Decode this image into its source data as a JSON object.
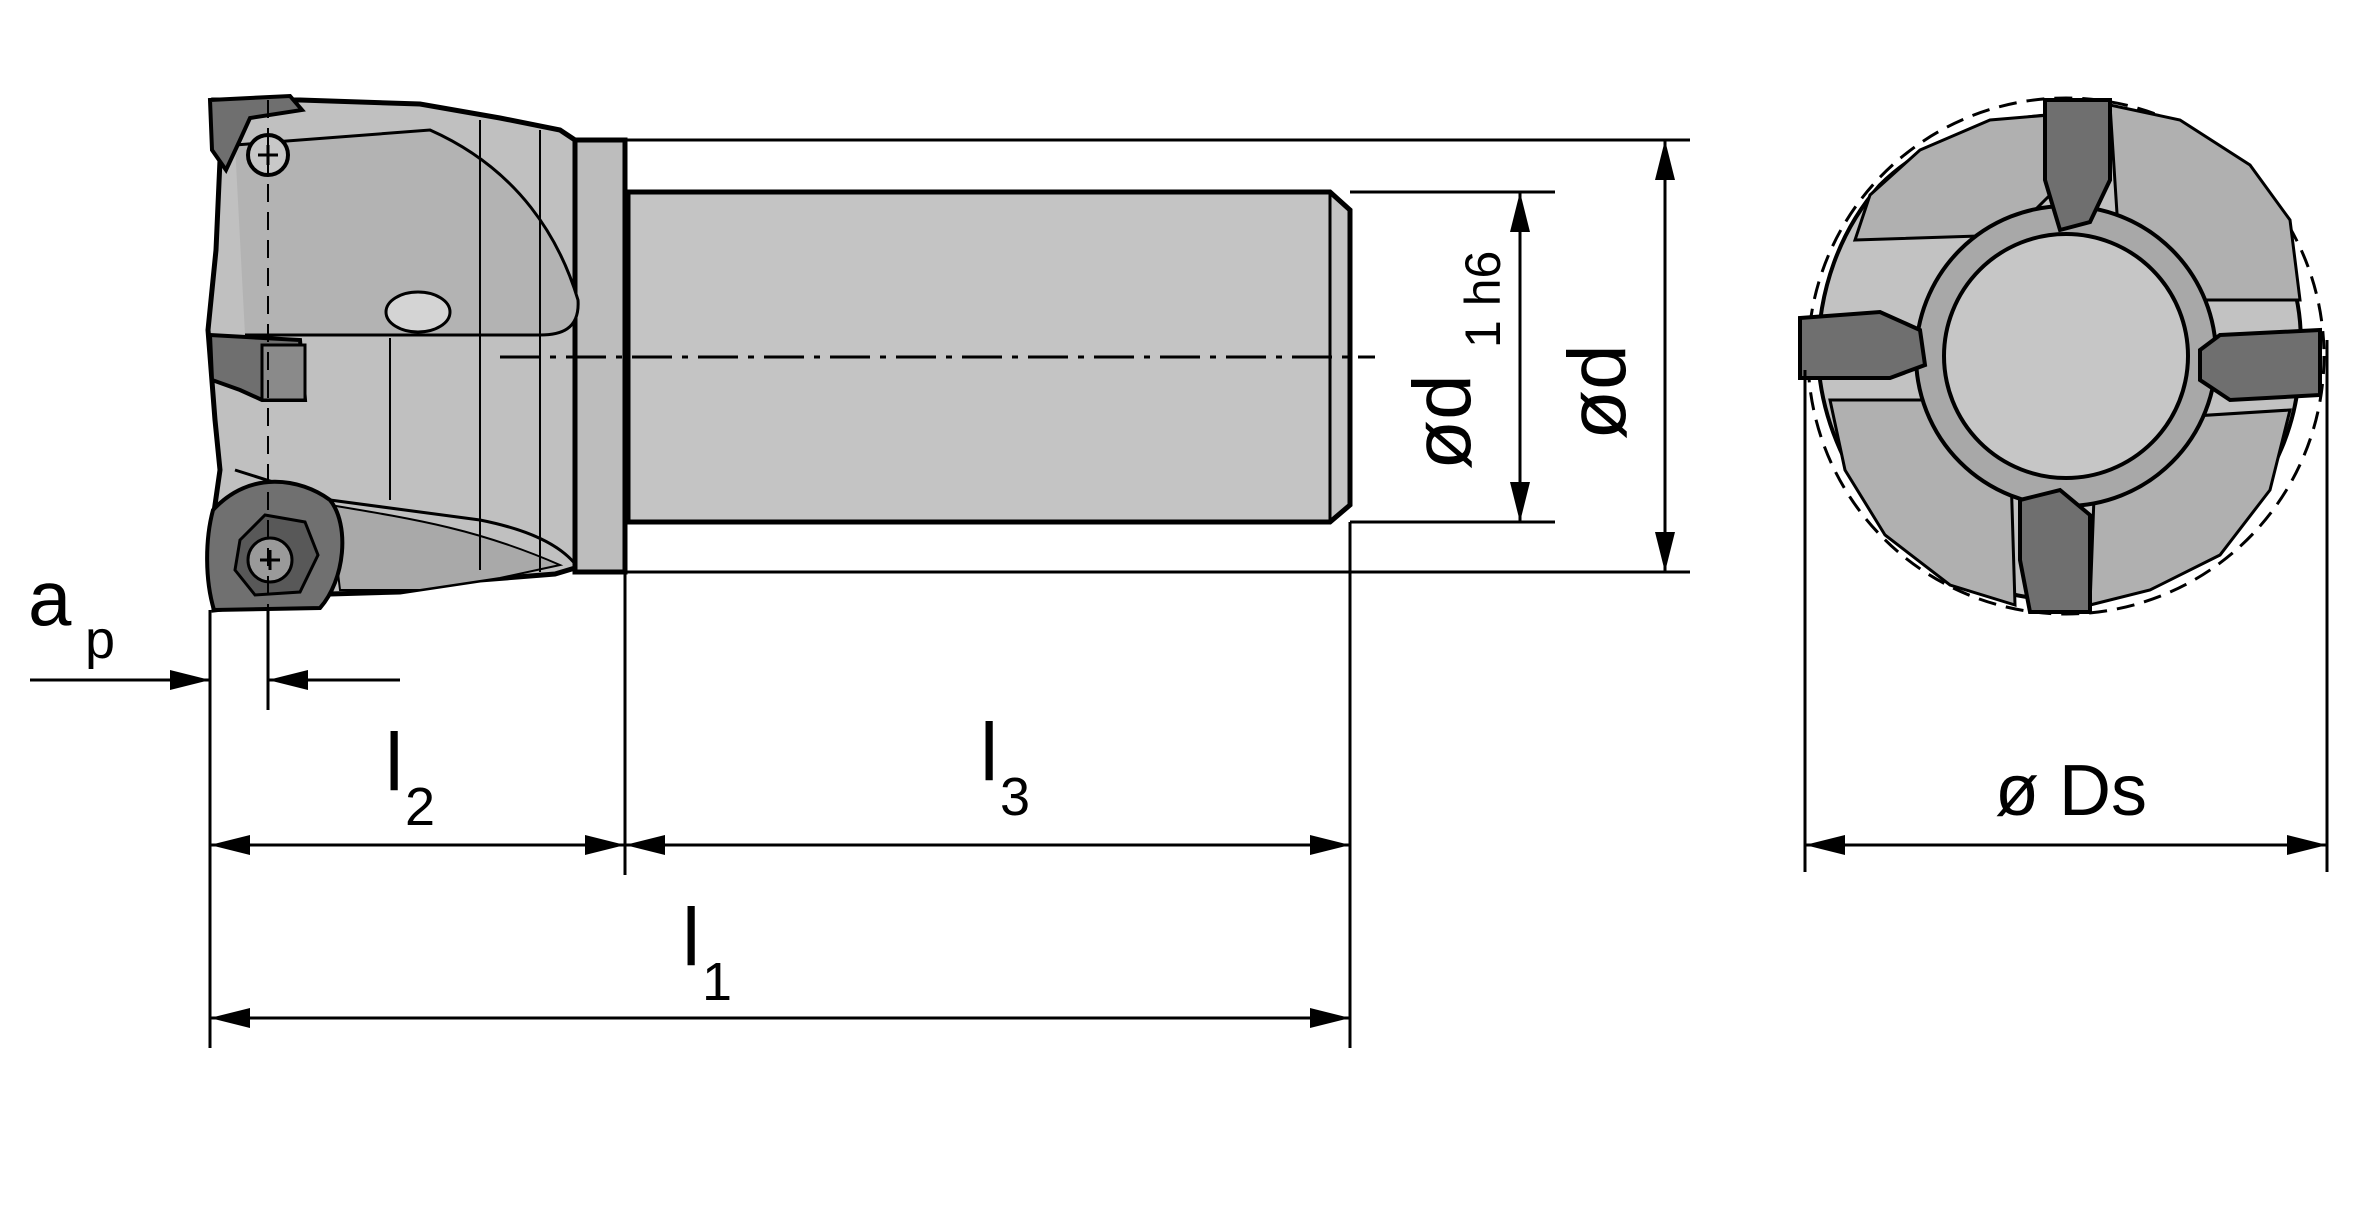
{
  "labels": {
    "ap_main": "a",
    "ap_sub": "p",
    "l2_main": "l",
    "l2_sub": "2",
    "l3_main": "l",
    "l3_sub": "3",
    "l1_main": "l",
    "l1_sub": "1",
    "d1_main": "ød",
    "d1_sub": "1 h6",
    "d_label": "ød",
    "ds_label": "ø Ds"
  },
  "colors": {
    "body": "#c2c2c2",
    "body_dark": "#9b9b9b",
    "insert": "#6f6f6f",
    "line": "#000000",
    "background": "#ffffff"
  }
}
